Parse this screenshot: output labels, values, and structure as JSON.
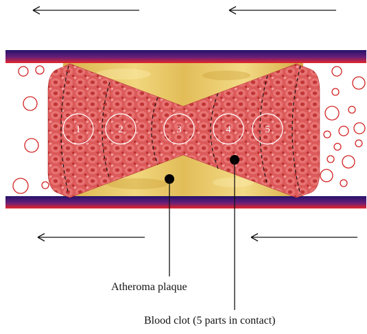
{
  "labels": {
    "plaque": "Atheroma plaque",
    "clot": "Blood clot (5 parts in contact)"
  },
  "clot_parts": [
    "1",
    "2",
    "3",
    "4",
    "5"
  ],
  "colors": {
    "wall_top": "#2b1a6e",
    "wall_bottom": "#e02a2a",
    "plaque": "#e3c25c",
    "clot": "#d94a4a",
    "blood_cell": "#d62020",
    "arrow": "#111111"
  },
  "icons": {
    "flow_arrow": "left-arrow-icon",
    "blood_cell": "red-blood-cell-icon"
  }
}
